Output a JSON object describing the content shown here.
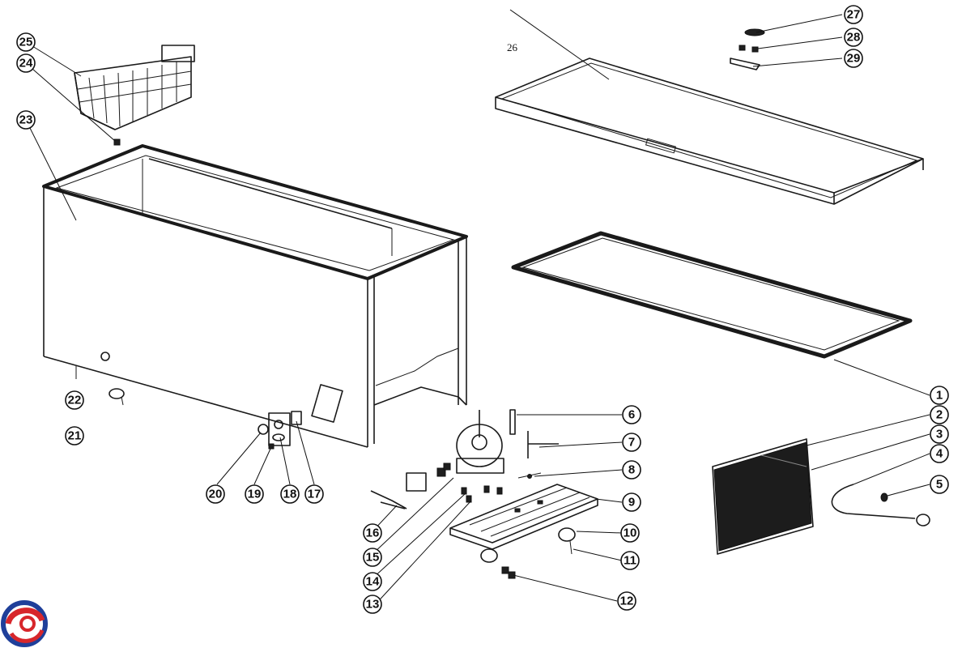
{
  "colors": {
    "line": "#1a1a1a",
    "logo_red": "#d7262b",
    "logo_blue": "#1f3f9a"
  },
  "logo": {
    "icon": "brand-swirl-logo-icon"
  },
  "plain_labels": [
    {
      "id": "lid-tick-label",
      "text": "26"
    }
  ],
  "callouts": [
    {
      "id": "1",
      "text": "1"
    },
    {
      "id": "2",
      "text": "2"
    },
    {
      "id": "3",
      "text": "3"
    },
    {
      "id": "4",
      "text": "4"
    },
    {
      "id": "5",
      "text": "5"
    },
    {
      "id": "6",
      "text": "6"
    },
    {
      "id": "7",
      "text": "7"
    },
    {
      "id": "8",
      "text": "8"
    },
    {
      "id": "9",
      "text": "9"
    },
    {
      "id": "10",
      "text": "10"
    },
    {
      "id": "11",
      "text": "11"
    },
    {
      "id": "12",
      "text": "12"
    },
    {
      "id": "13",
      "text": "13"
    },
    {
      "id": "14",
      "text": "14"
    },
    {
      "id": "15",
      "text": "15"
    },
    {
      "id": "16",
      "text": "16"
    },
    {
      "id": "17",
      "text": "17"
    },
    {
      "id": "18",
      "text": "18"
    },
    {
      "id": "19",
      "text": "19"
    },
    {
      "id": "20",
      "text": "20"
    },
    {
      "id": "21",
      "text": "21"
    },
    {
      "id": "22",
      "text": "22"
    },
    {
      "id": "23",
      "text": "23"
    },
    {
      "id": "24",
      "text": "24"
    },
    {
      "id": "25",
      "text": "25"
    },
    {
      "id": "27",
      "text": "27"
    },
    {
      "id": "28",
      "text": "28"
    },
    {
      "id": "29",
      "text": "29"
    }
  ]
}
